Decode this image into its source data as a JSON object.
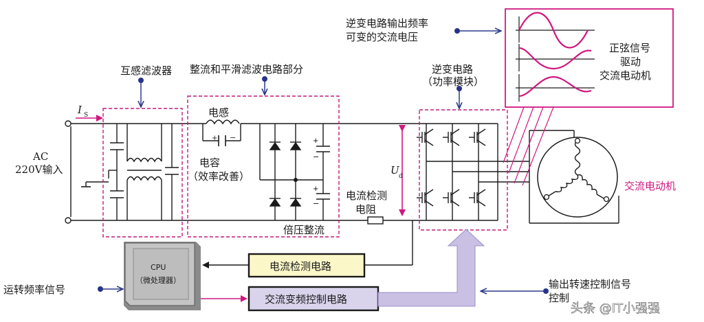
{
  "labels": {
    "mutual_filter": "互感滤波器",
    "rect_smooth": "整流和平滑滤波电路部分",
    "inverter_output_1": "逆变电路输出频率",
    "inverter_output_2": "可变的交流电压",
    "inverter_1": "逆变电路",
    "inverter_2": "（功率模块）",
    "sine_drive_1": "正弦信号",
    "sine_drive_2": "驱动",
    "sine_drive_3": "交流电动机",
    "inductor": "电感",
    "capacitor_1": "电容",
    "capacitor_2": "（效率改善）",
    "ac_1": "AC",
    "ac_2": "220V输入",
    "is_main": "I",
    "is_sub": "S",
    "ud_main": "U",
    "ud_sub": "d",
    "voltage_doubler": "倍压整流",
    "sense_resistor_1": "电流检测",
    "sense_resistor_2": "电阻",
    "ac_motor": "交流电动机",
    "cpu_1": "CPU",
    "cpu_2": "（微处理器）",
    "current_detect": "电流检测电路",
    "freq_control": "交流变频控制电路",
    "run_freq_signal": "运转频率信号",
    "output_speed_1": "输出转速控制信号",
    "output_speed_2": "控制",
    "watermark": "头条 @IT小强强",
    "plus1": "+",
    "minus1": "−",
    "plus2": "+",
    "minus2": "−",
    "plus3": "+",
    "minus3": "−"
  },
  "colors": {
    "wire": "#1a1a1a",
    "accent_magenta": "#d0177f",
    "dashed_box": "#c2187a",
    "annotation_arrow": "#2b3a8c",
    "dot": "#27338a",
    "current_detect_fill": "#fbf7c8",
    "freq_control_fill": "#d9d3ec",
    "big_arrow_fill": "#c9c0e4",
    "cpu_fill": "#b9b9b9"
  }
}
